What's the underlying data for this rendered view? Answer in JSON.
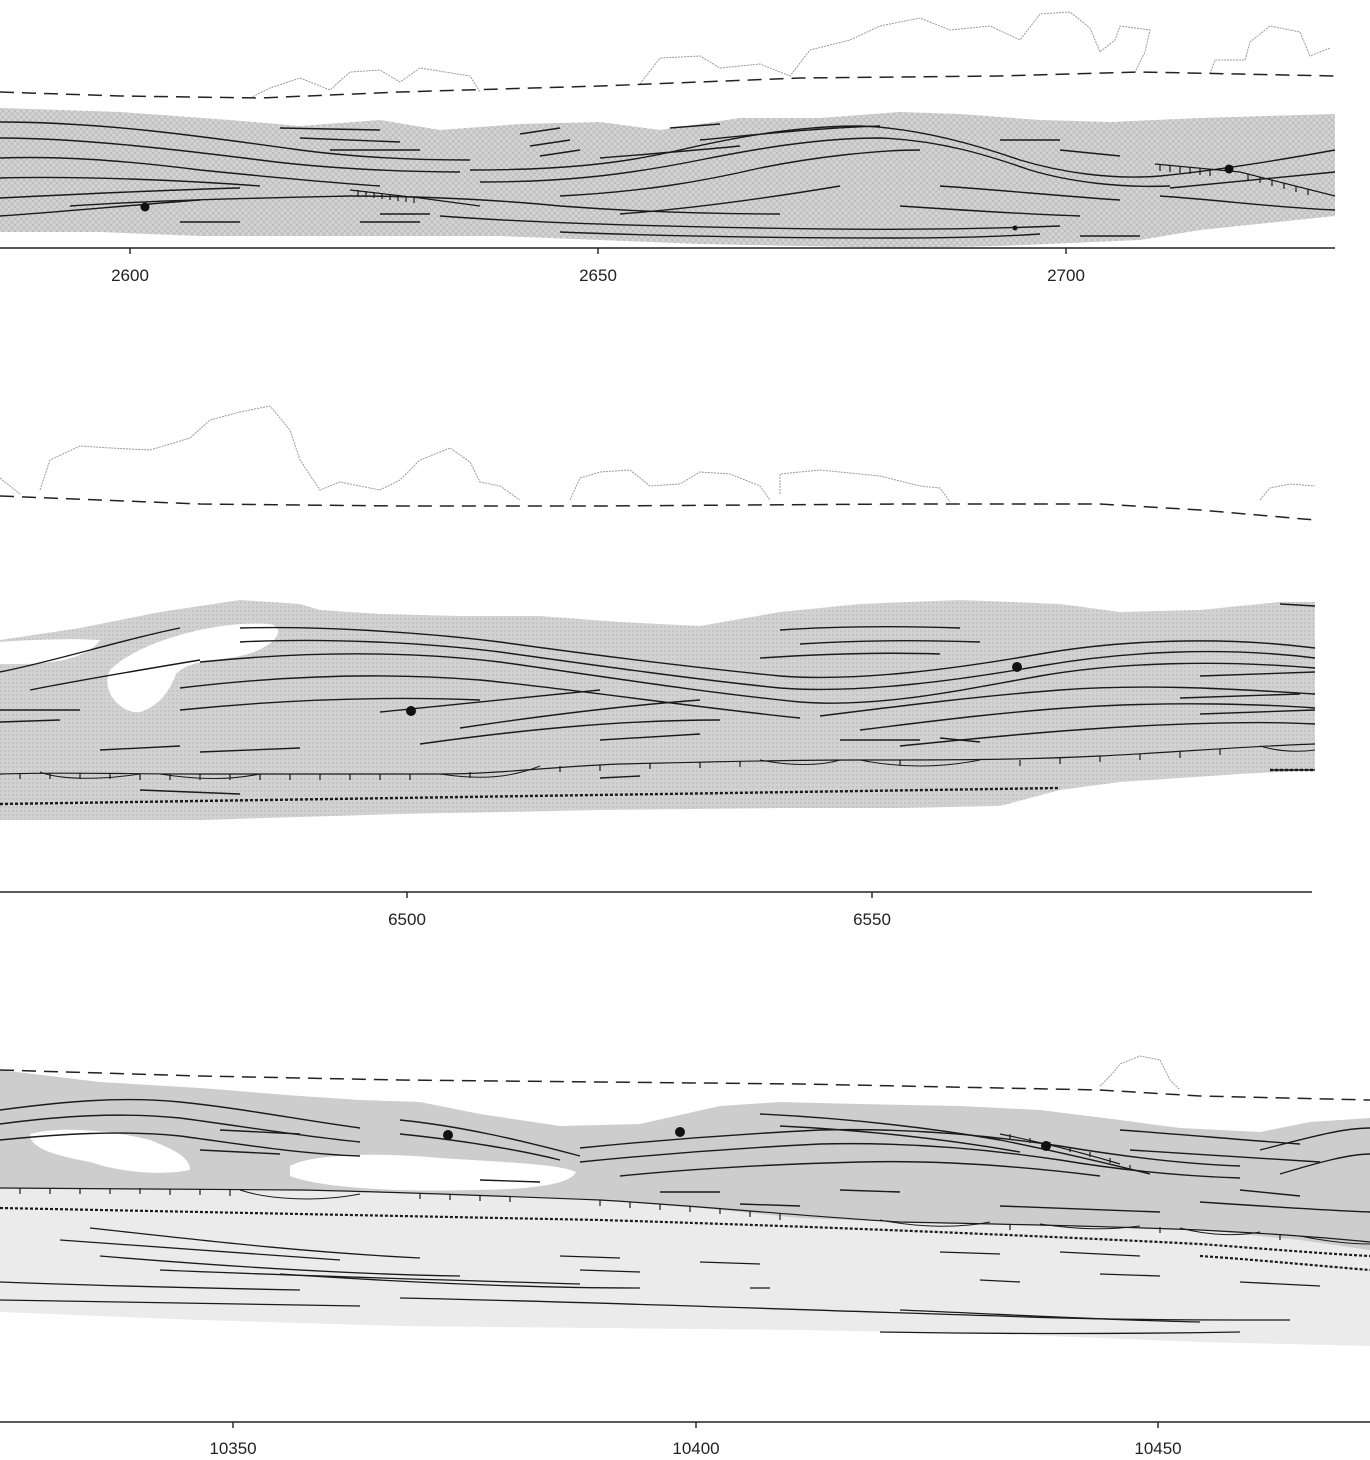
{
  "figure": {
    "panels": [
      {
        "id": "panel-top",
        "axis": {
          "ticks": [
            2600,
            2650,
            2700
          ]
        },
        "dots": 2
      },
      {
        "id": "panel-middle",
        "axis": {
          "ticks": [
            6500,
            6550
          ]
        },
        "dots": 2
      },
      {
        "id": "panel-bottom",
        "axis": {
          "ticks": [
            10350,
            10400,
            10450
          ]
        },
        "dots": 3
      }
    ]
  },
  "colors": {
    "fill_dark": "#c9c9c9",
    "fill_light": "#e6e6e6",
    "line": "#1a1a1a",
    "outline": "#9a9a9a"
  }
}
